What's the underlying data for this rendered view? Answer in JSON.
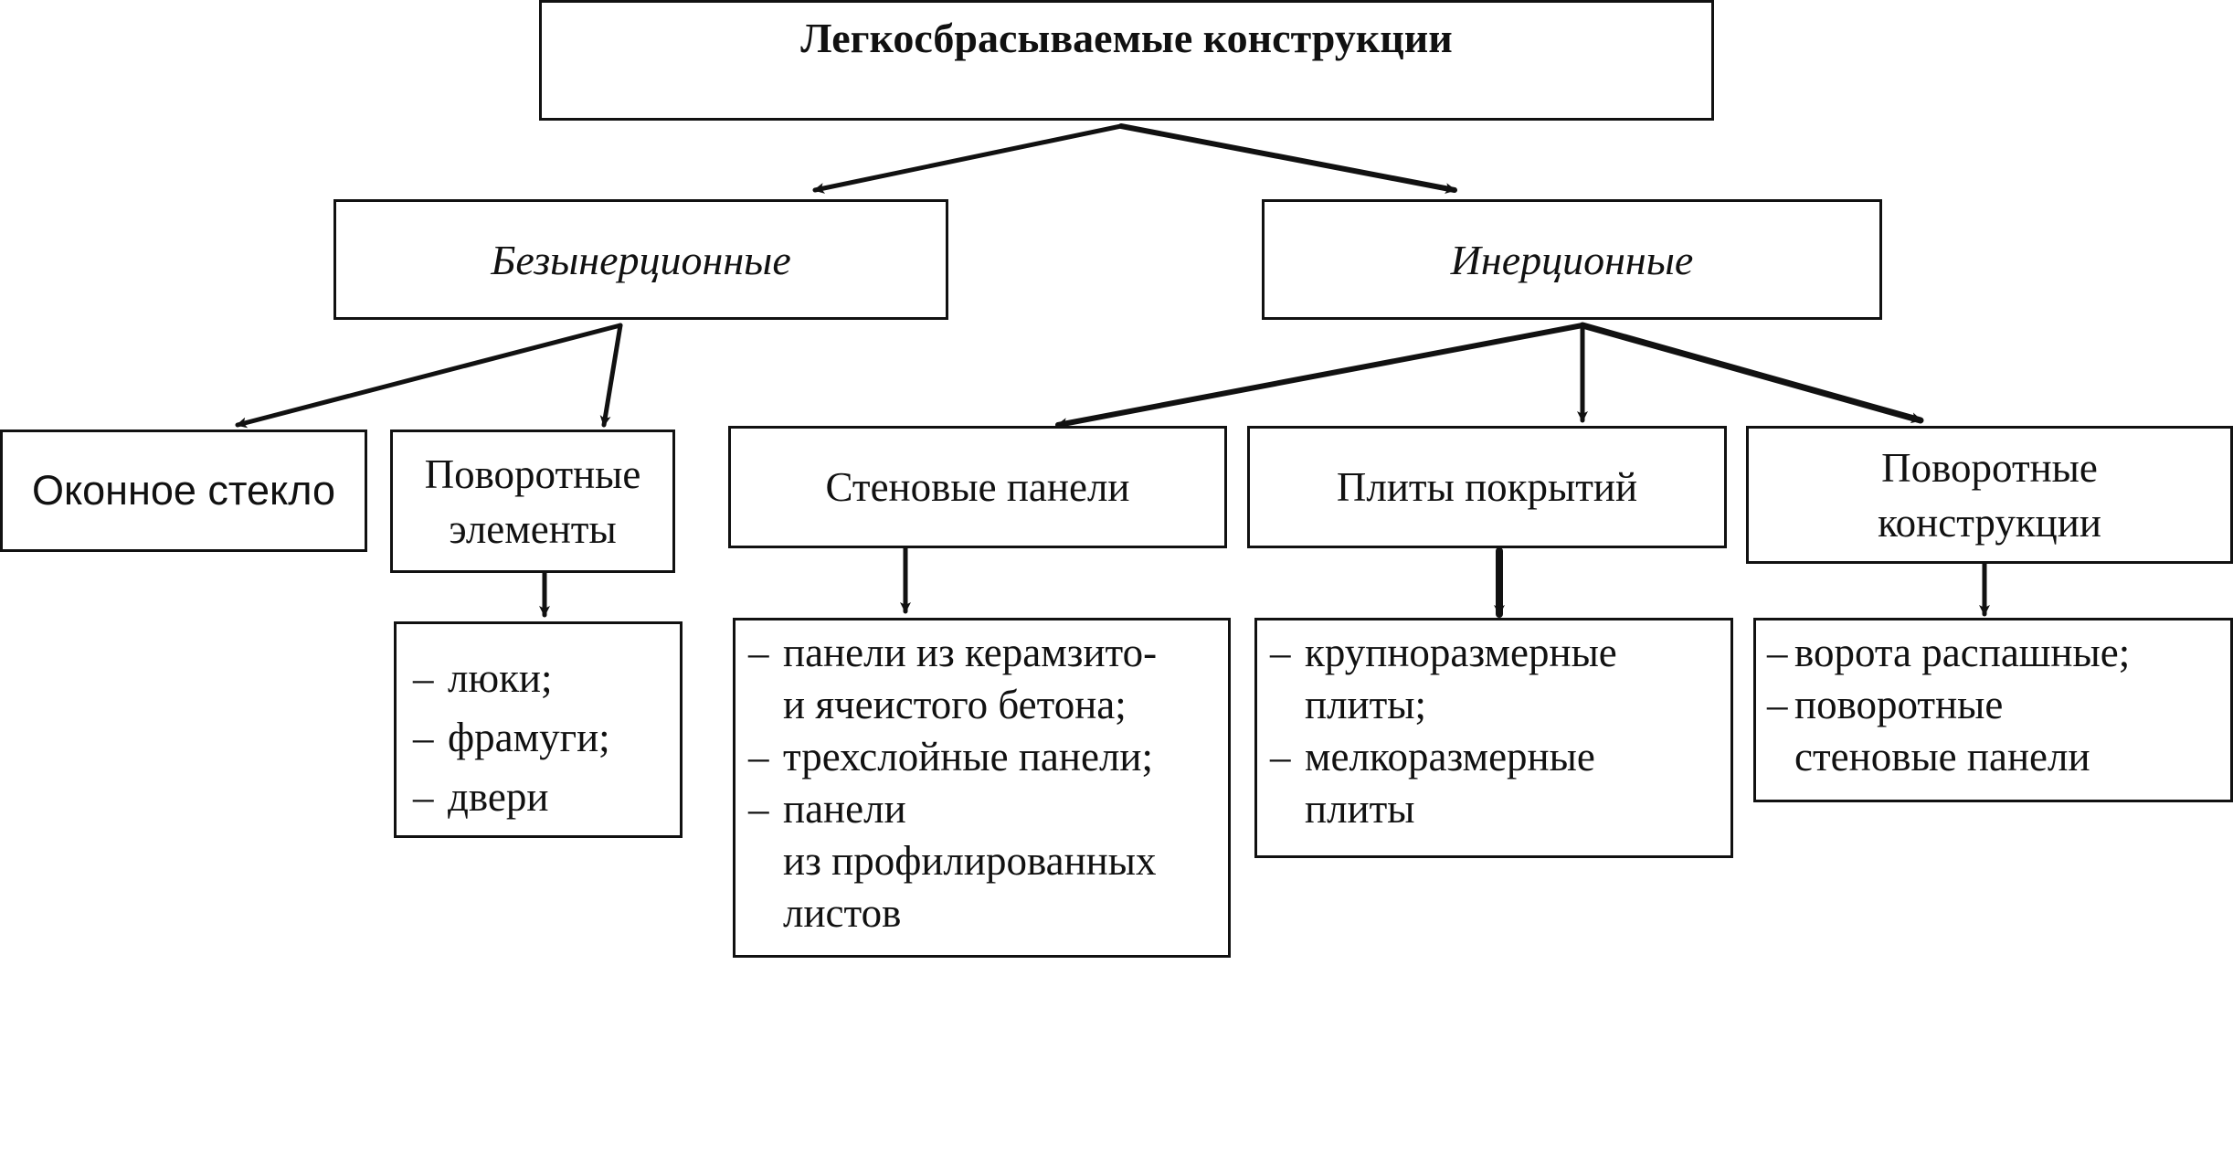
{
  "diagram": {
    "root": "Легкосбрасываемые конструкции",
    "categories": {
      "non_inertial": "Безынерционные",
      "inertial": "Инерционные"
    },
    "nodes": {
      "window_glass": "Оконное стекло",
      "rotary_elements": [
        "Поворотные",
        "элементы"
      ],
      "wall_panels": "Стеновые панели",
      "roof_slabs": "Плиты покрытий",
      "rotary_structures": [
        "Поворотные",
        "конструкции"
      ]
    },
    "lists": {
      "rotary_elements": [
        "люки;",
        "фрамуги;",
        "двери"
      ],
      "wall_panels": [
        [
          "панели из керамзито-",
          "и ячеистого бетона;"
        ],
        [
          "трехслойные панели;"
        ],
        [
          "панели",
          "из профилированных",
          "листов"
        ]
      ],
      "roof_slabs": [
        [
          "крупноразмерные",
          "плиты;"
        ],
        [
          "мелкоразмерные",
          "плиты"
        ]
      ],
      "rotary_structures": [
        [
          "ворота распашные;"
        ],
        [
          "поворотные",
          "стеновые панели"
        ]
      ]
    }
  }
}
